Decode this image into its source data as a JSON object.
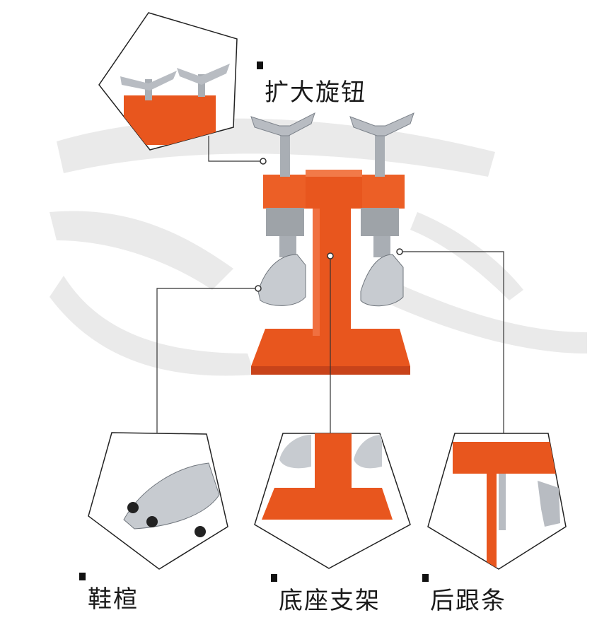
{
  "labels": {
    "knob": "扩大旋钮",
    "last": "鞋楦",
    "base": "底座支架",
    "heel": "后跟条"
  },
  "colors": {
    "orange": "#E8561E",
    "orange_dark": "#C8431A",
    "metal": "#B8BCC2",
    "metal_dark": "#7E848C",
    "watermark": "#E7E7E7",
    "line": "#333333"
  },
  "icons": [
    "callout-dot",
    "label-bullet"
  ]
}
